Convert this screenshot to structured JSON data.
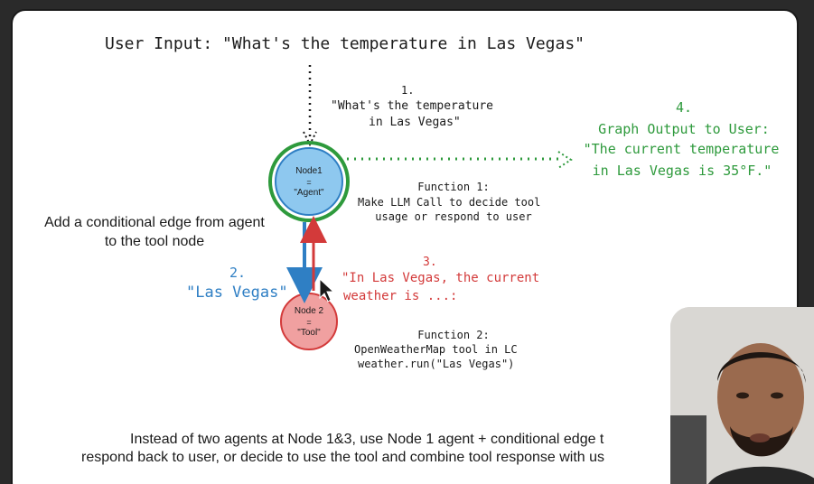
{
  "diagram": {
    "user_input": "User Input: \"What's the temperature in Las Vegas\"",
    "step1_number": "1.",
    "step1_line1": "\"What's the temperature",
    "step1_line2": "in Las Vegas\"",
    "node1_line1": "Node1",
    "node1_line2": "=",
    "node1_line3": "\"Agent\"",
    "node2_line1": "Node 2",
    "node2_line2": "=",
    "node2_line3": "\"Tool\"",
    "step4_number": "4.",
    "step4_line1": "Graph Output to User:",
    "step4_line2": "\"The current temperature",
    "step4_line3": "in Las Vegas is 35°F.\"",
    "function1_title": "Function 1:",
    "function1_line1": "Make LLM Call to decide tool",
    "function1_line2": "usage or respond to user",
    "conditional_line1": "Add a conditional edge from agent",
    "conditional_line2": "to the tool node",
    "step2_number": "2.",
    "step2_text": "\"Las Vegas\"",
    "step3_number": "3.",
    "step3_line1": "\"In Las Vegas, the current",
    "step3_line2": "weather is ...:",
    "function2_title": "Function 2:",
    "function2_line1": "OpenWeatherMap tool in LC",
    "function2_line2": "weather.run(\"Las Vegas\")",
    "footer_line1": "Instead of two agents at Node 1&3, use Node 1 agent  + conditional edge t",
    "footer_line2": "respond back to user, or decide to use the tool and combine tool response with us"
  },
  "colors": {
    "blue": "#2f7fc4",
    "node1_fill": "#8ec8ef",
    "node1_ring": "#2e9a3c",
    "node2_fill": "#f0a0a0",
    "red": "#d33a3a",
    "green": "#2e9a3c",
    "text": "#1a1a1a"
  },
  "icons": {
    "cursor": "mouse-pointer-icon",
    "presenter": "presenter-webcam"
  }
}
